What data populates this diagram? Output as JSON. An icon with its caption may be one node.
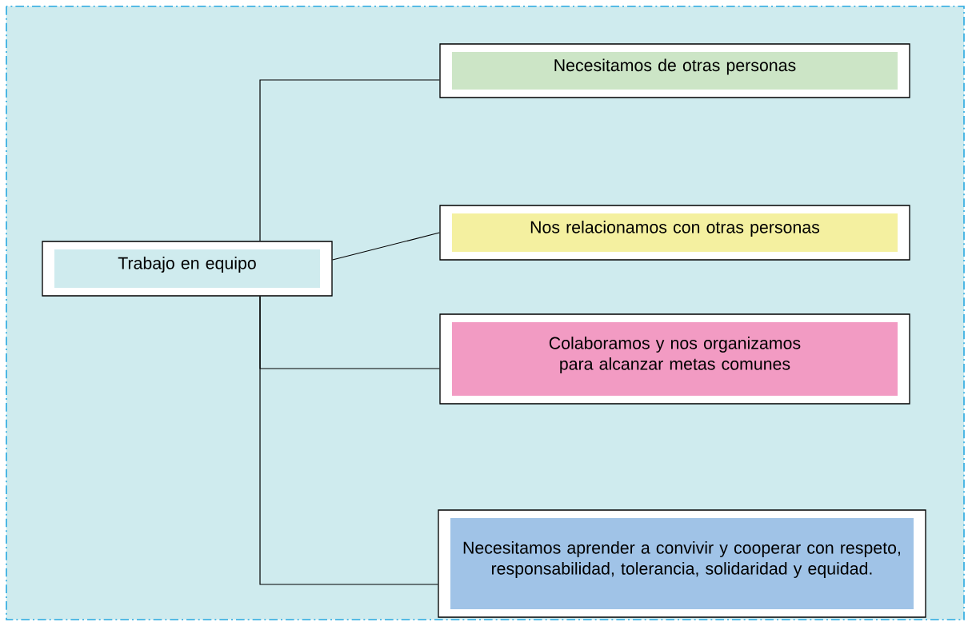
{
  "diagram": {
    "nodes": [
      {
        "text": [
          "Trabajo en equipo"
        ]
      },
      {
        "text": [
          "Necesitamos de otras personas"
        ]
      },
      {
        "text": [
          "Nos relacionamos con otras personas"
        ]
      },
      {
        "text": [
          "Colaboramos y nos organizamos para alcanzar metas comunes"
        ]
      },
      {
        "text": [
          "Necesitamos aprender a convivir y cooperar con respeto, responsabilidad, tolerancia, solidaridad y equidad."
        ]
      }
    ],
    "edges": [
      {
        "from": 0,
        "to": 1,
        "arrow": "none"
      },
      {
        "from": 0,
        "to": 2,
        "arrow": "none"
      },
      {
        "from": 0,
        "to": 3,
        "arrow": "none"
      },
      {
        "from": 0,
        "to": 4,
        "arrow": "none"
      }
    ]
  }
}
